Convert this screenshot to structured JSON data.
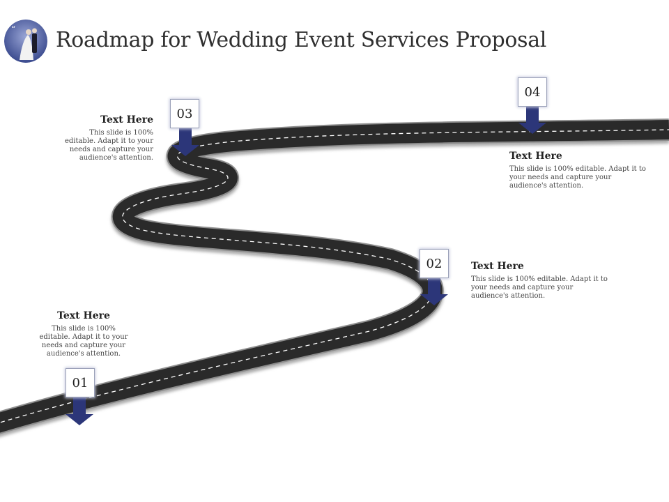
{
  "title": "Roadmap for Wedding Event Services Proposal",
  "colors": {
    "road": "#2b2b2b",
    "arrow": "#2c3679",
    "marker_border": "#9aa0b8"
  },
  "logo": {
    "icon": "wedding-couple-icon"
  },
  "milestones": [
    {
      "number": "01",
      "heading": "Text Here",
      "body": "This slide is 100% editable. Adapt it to your needs and capture your audience's attention."
    },
    {
      "number": "02",
      "heading": "Text Here",
      "body": "This slide is 100% editable. Adapt it to your needs and capture your audience's attention."
    },
    {
      "number": "03",
      "heading": "Text Here",
      "body": "This slide is 100% editable. Adapt it to your needs and capture your audience's attention."
    },
    {
      "number": "04",
      "heading": "Text Here",
      "body": "This slide is 100% editable. Adapt it to your needs and capture your audience's attention."
    }
  ]
}
